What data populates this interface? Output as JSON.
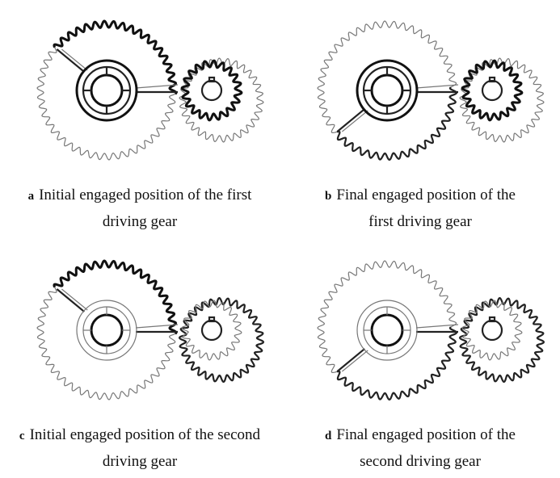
{
  "figure": {
    "panels": [
      {
        "id": "a",
        "letter": "a",
        "caption_line1": "Initial engaged position of the first",
        "caption_line2": "driving gear",
        "big_gear_bold_arc": "top",
        "hub_style": "bold",
        "small_gear_bold": "inner"
      },
      {
        "id": "b",
        "letter": "b",
        "caption_line1": "Final engaged position of the",
        "caption_line2": "first driving gear",
        "big_gear_bold_arc": "bottom",
        "hub_style": "bold",
        "small_gear_bold": "inner"
      },
      {
        "id": "c",
        "letter": "c",
        "caption_line1": "Initial engaged position of the second",
        "caption_line2": "driving gear",
        "big_gear_bold_arc": "top",
        "hub_style": "light",
        "small_gear_bold": "outer"
      },
      {
        "id": "d",
        "letter": "d",
        "caption_line1": "Final engaged position of the",
        "caption_line2": "second driving gear",
        "big_gear_bold_arc": "bottom",
        "hub_style": "light",
        "small_gear_bold": "outer"
      }
    ]
  }
}
